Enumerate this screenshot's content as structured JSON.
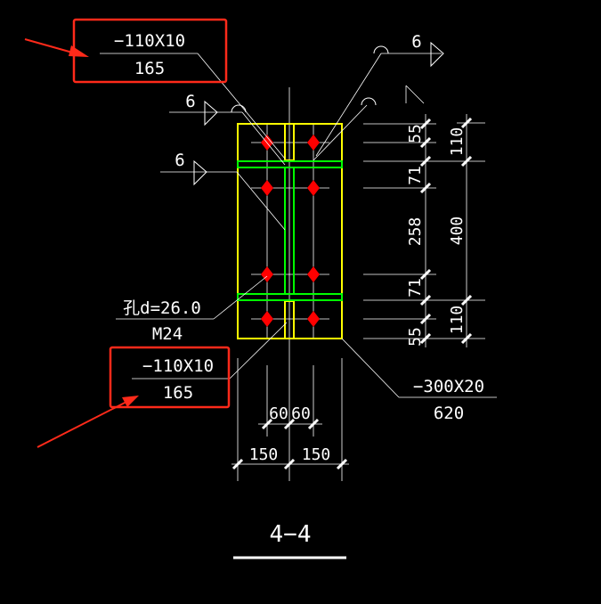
{
  "labels": {
    "plate_top": "−110X10",
    "plate_top_len": "165",
    "plate_bottom": "−110X10",
    "plate_bottom_len": "165",
    "end_plate": "−300X20",
    "end_plate_len": "620",
    "hole": "孔d=26.0",
    "bolt": "M24",
    "weld_1": "6",
    "weld_2": "6",
    "weld_3": "6",
    "section_title": "4−4"
  },
  "dimensions": {
    "right_inner": [
      "55",
      "71",
      "258",
      "71",
      "55"
    ],
    "right_outer": [
      "110",
      "400",
      "110"
    ],
    "bottom_inner": [
      "60",
      "60"
    ],
    "bottom_outer": [
      "150",
      "150"
    ]
  },
  "colors": {
    "background": "#000000",
    "plate_outline": "#ffff00",
    "stiffener": "#00ff00",
    "bolt": "#ff0000",
    "lines": "#ffffff",
    "callout": "#ff2a1a"
  }
}
